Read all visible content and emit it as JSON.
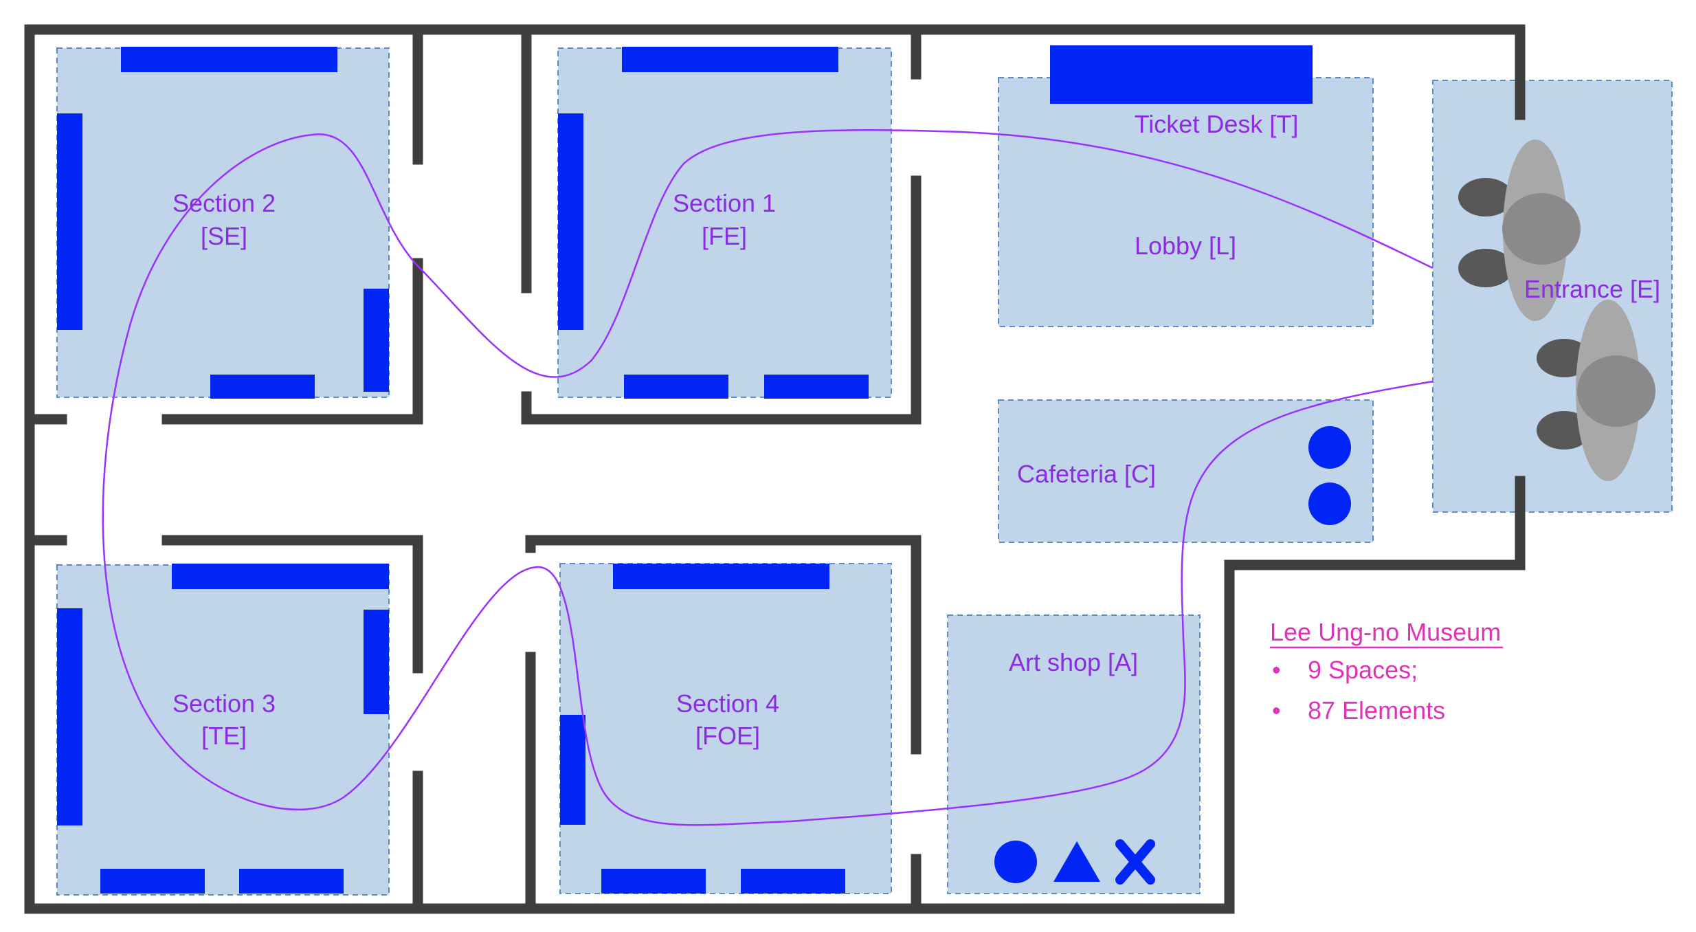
{
  "rooms": {
    "section_2": {
      "name": "Section 2",
      "code": "[SE]"
    },
    "section_1": {
      "name": "Section 1",
      "code": "[FE]"
    },
    "section_3": {
      "name": "Section 3",
      "code": "[TE]"
    },
    "section_4": {
      "name": "Section 4",
      "code": "[FOE]"
    },
    "ticket_desk": "Ticket Desk [T]",
    "lobby": "Lobby [L]",
    "cafeteria": "Cafeteria [C]",
    "art_shop": "Art shop [A]",
    "entrance": "Entrance [E]"
  },
  "legend": {
    "title": "Lee Ung-no Museum",
    "items": [
      "9 Spaces;",
      "87 Elements"
    ],
    "bullet": "•"
  },
  "colors": {
    "room_fill": "#c0d5ea",
    "exhibit": "#0025f5",
    "wall": "#3e3e3e",
    "route": "#9b30ff",
    "label": "#8b2be2",
    "legend": "#e032b7"
  },
  "icons": [
    "circle-marker-icon",
    "triangle-marker-icon",
    "x-marker-icon",
    "people-icon"
  ]
}
